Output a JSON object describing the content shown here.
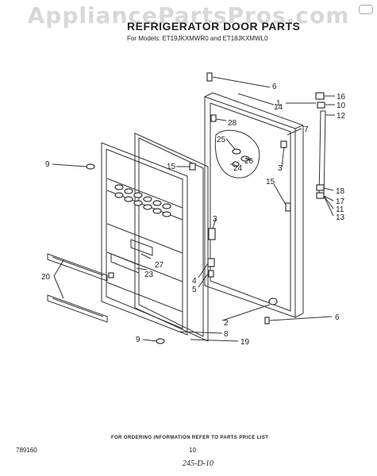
{
  "watermark": "AppliancePartsPros.com",
  "title": "REFRIGERATOR DOOR PARTS",
  "models": "For Models: ET19JKXMWR0 and ET18JKXMWL0",
  "footer": "FOR ORDERING INFORMATION REFER TO PARTS PRICE LIST",
  "code": "789160",
  "page_number": "10",
  "handwritten": "245-D-10",
  "callouts": [
    {
      "id": "c6a",
      "text": "6"
    },
    {
      "id": "c16",
      "text": "16"
    },
    {
      "id": "c1",
      "text": "1"
    },
    {
      "id": "c14",
      "text": "14"
    },
    {
      "id": "c10",
      "text": "10"
    },
    {
      "id": "c12",
      "text": "12"
    },
    {
      "id": "c28",
      "text": "28"
    },
    {
      "id": "c7",
      "text": "7"
    },
    {
      "id": "c25",
      "text": "25"
    },
    {
      "id": "c26",
      "text": "26"
    },
    {
      "id": "c24",
      "text": "24"
    },
    {
      "id": "c3a",
      "text": "3"
    },
    {
      "id": "c15a",
      "text": "15"
    },
    {
      "id": "c15b",
      "text": "15"
    },
    {
      "id": "c9a",
      "text": "9"
    },
    {
      "id": "c18",
      "text": "18"
    },
    {
      "id": "c17",
      "text": "17"
    },
    {
      "id": "c11",
      "text": "11"
    },
    {
      "id": "c13",
      "text": "13"
    },
    {
      "id": "c3b",
      "text": "3"
    },
    {
      "id": "c27",
      "text": "27"
    },
    {
      "id": "c23",
      "text": "23"
    },
    {
      "id": "c4",
      "text": "4"
    },
    {
      "id": "c5",
      "text": "5"
    },
    {
      "id": "c20",
      "text": "20"
    },
    {
      "id": "c6b",
      "text": "6"
    },
    {
      "id": "c2",
      "text": "2"
    },
    {
      "id": "c8",
      "text": "8"
    },
    {
      "id": "c19",
      "text": "19"
    },
    {
      "id": "c9b",
      "text": "9"
    }
  ]
}
